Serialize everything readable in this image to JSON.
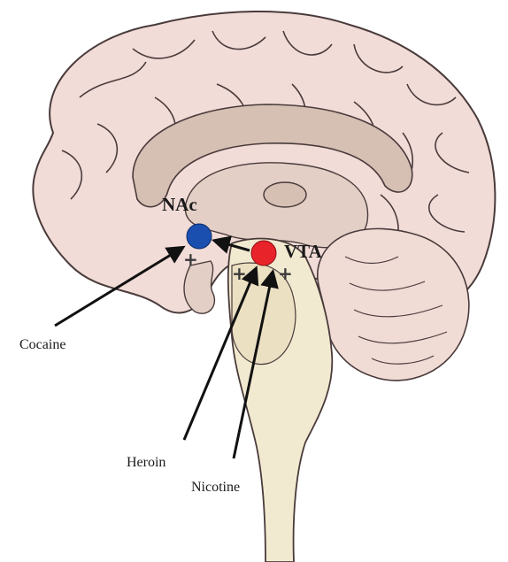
{
  "regions": {
    "nac": {
      "label": "NAc",
      "color": "#1a4fb0"
    },
    "vta": {
      "label": "VTA",
      "color": "#e8232a"
    }
  },
  "drugs": [
    {
      "name": "Cocaine"
    },
    {
      "name": "Heroin"
    },
    {
      "name": "Nicotine"
    }
  ],
  "plus_symbol": "+",
  "colors": {
    "cortex_fill": "#f2dcd8",
    "cortex_stroke": "#4a3b3b",
    "inner_fill": "#d6bfb3",
    "brainstem_fill": "#f2ead0",
    "cerebellum_fill": "#f0dbd5",
    "arrow": "#111111"
  }
}
